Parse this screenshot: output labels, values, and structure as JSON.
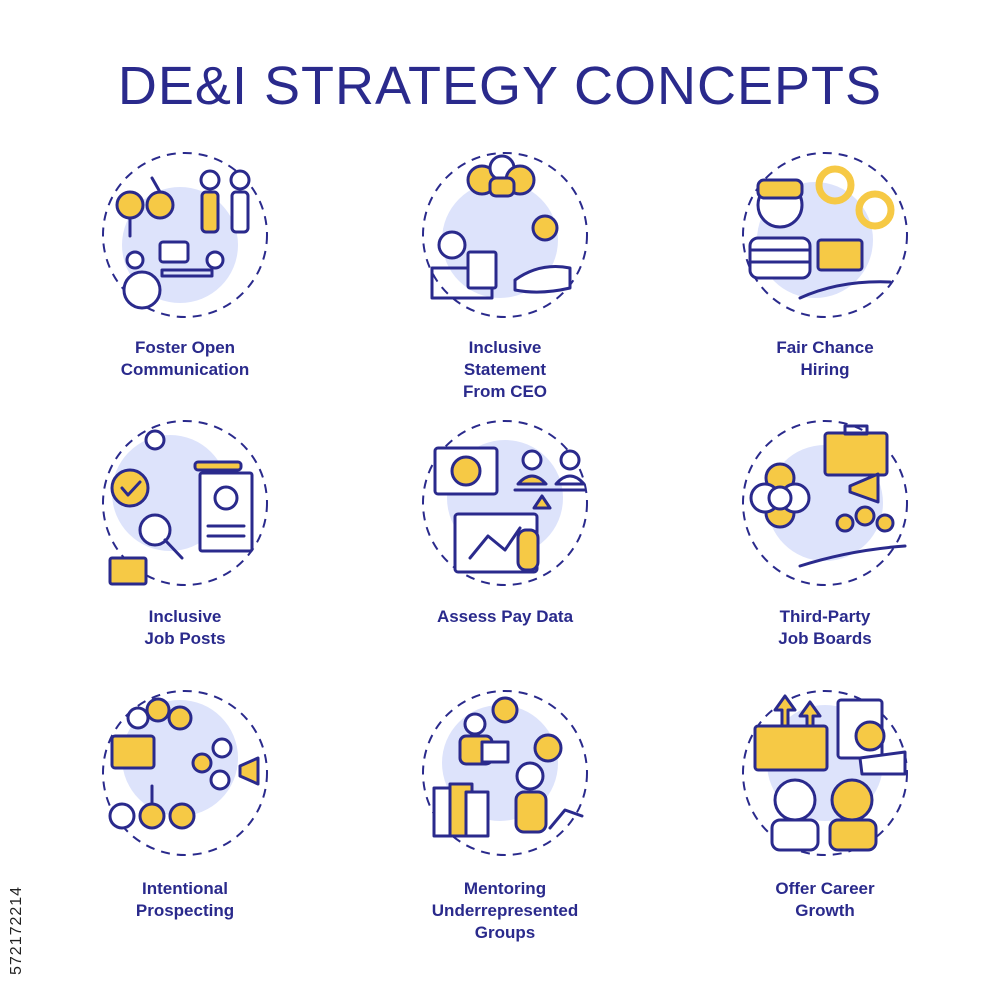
{
  "title": "DE&I STRATEGY CONCEPTS",
  "stock_id": "572172214",
  "colors": {
    "navy": "#2a2a8c",
    "yellow": "#f6c945",
    "lavender": "#dde3fb"
  },
  "concepts": [
    {
      "label": "Foster Open\nCommunication",
      "icon": "gender-symbols-people-wheelchair-icon"
    },
    {
      "label": "Inclusive\nStatement\nFrom CEO",
      "icon": "ceo-speech-handshake-icon"
    },
    {
      "label": "Fair Chance\nHiring",
      "icon": "prisoner-handcuffs-briefcase-icon"
    },
    {
      "label": "Inclusive\nJob Posts",
      "icon": "wheelchair-job-post-search-icon"
    },
    {
      "label": "Assess Pay Data",
      "icon": "pay-balance-chart-icon"
    },
    {
      "label": "Third-Party\nJob Boards",
      "icon": "briefcase-megaphone-group-icon"
    },
    {
      "label": "Intentional\nProspecting",
      "icon": "people-megaphone-gender-icon"
    },
    {
      "label": "Mentoring\nUnderrepresented\nGroups",
      "icon": "mentoring-hands-growth-icon"
    },
    {
      "label": "Offer Career\nGrowth",
      "icon": "career-growth-seniors-icon"
    }
  ]
}
